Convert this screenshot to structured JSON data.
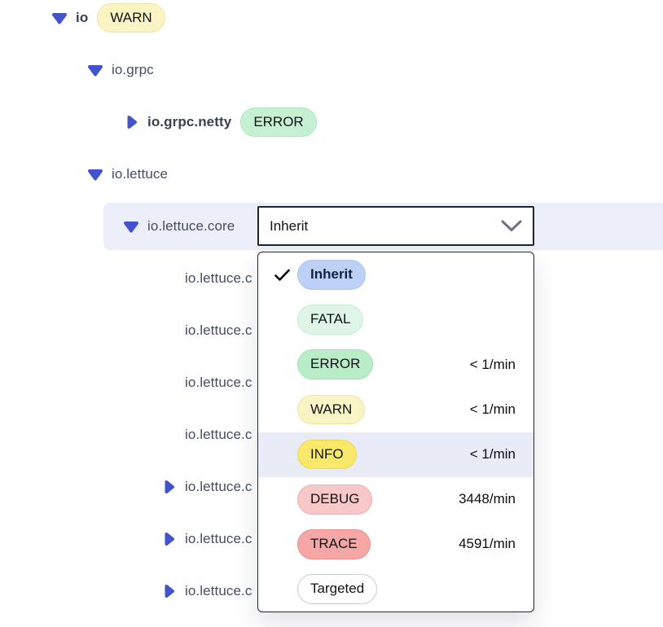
{
  "tree": {
    "rows": [
      {
        "id": "io",
        "label": "io",
        "depth": 0,
        "expander": "expanded",
        "bold": true,
        "badge": "WARN",
        "badge_style": "warn"
      },
      {
        "id": "io-grpc",
        "label": "io.grpc",
        "depth": 1,
        "expander": "expanded",
        "bold": false
      },
      {
        "id": "io-grpc-netty",
        "label": "io.grpc.netty",
        "depth": 2,
        "expander": "collapsed",
        "bold": true,
        "badge": "ERROR",
        "badge_style": "error_tree"
      },
      {
        "id": "io-lettuce",
        "label": "io.lettuce",
        "depth": 1,
        "expander": "expanded",
        "bold": false
      },
      {
        "id": "io-lettuce-core",
        "label": "io.lettuce.core",
        "depth": 2,
        "expander": "expanded",
        "bold": false,
        "selected": true
      },
      {
        "id": "io-lettuce-sub-1",
        "label": "io.lettuce.c",
        "depth": 3,
        "expander": "none",
        "bold": false
      },
      {
        "id": "io-lettuce-sub-2",
        "label": "io.lettuce.c",
        "depth": 3,
        "expander": "none",
        "bold": false
      },
      {
        "id": "io-lettuce-sub-3",
        "label": "io.lettuce.c",
        "depth": 3,
        "expander": "none",
        "bold": false
      },
      {
        "id": "io-lettuce-sub-4",
        "label": "io.lettuce.c",
        "depth": 3,
        "expander": "none",
        "bold": false
      },
      {
        "id": "io-lettuce-sub-5",
        "label": "io.lettuce.c",
        "depth": 3,
        "expander": "collapsed",
        "bold": false
      },
      {
        "id": "io-lettuce-sub-6",
        "label": "io.lettuce.c",
        "depth": 3,
        "expander": "collapsed",
        "bold": false
      },
      {
        "id": "io-lettuce-sub-7",
        "label": "io.lettuce.c",
        "depth": 3,
        "expander": "collapsed",
        "bold": false
      }
    ]
  },
  "level_select": {
    "value": "Inherit"
  },
  "dropdown": {
    "items": [
      {
        "label": "Inherit",
        "style": "inherit",
        "checked": true,
        "rate": "",
        "highlighted": false
      },
      {
        "label": "FATAL",
        "style": "fatal",
        "checked": false,
        "rate": "",
        "highlighted": false
      },
      {
        "label": "ERROR",
        "style": "error",
        "checked": false,
        "rate": "< 1/min",
        "highlighted": false
      },
      {
        "label": "WARN",
        "style": "warn",
        "checked": false,
        "rate": "< 1/min",
        "highlighted": false
      },
      {
        "label": "INFO",
        "style": "info",
        "checked": false,
        "rate": "< 1/min",
        "highlighted": true
      },
      {
        "label": "DEBUG",
        "style": "debug",
        "checked": false,
        "rate": "3448/min",
        "highlighted": false
      },
      {
        "label": "TRACE",
        "style": "trace",
        "checked": false,
        "rate": "4591/min",
        "highlighted": false
      },
      {
        "label": "Targeted",
        "style": "targeted",
        "checked": false,
        "rate": "",
        "highlighted": false
      }
    ]
  },
  "palette": {
    "expander_color": "#4353cb",
    "row_highlight": "#eceef9",
    "item_highlight": "#e9ecf7",
    "checkmark_color": "#0a0a0f",
    "chevron_color": "#6d7480",
    "pill_styles": {
      "inherit": {
        "bg": "#bcd1f5",
        "border": "#a9c3f0",
        "text": "#14233d",
        "bold": true
      },
      "fatal": {
        "bg": "#dff5e5",
        "border": "#c7ecd3",
        "text": "#101318",
        "bold": false
      },
      "error": {
        "bg": "#b9edc8",
        "border": "#a3e2b6",
        "text": "#101318",
        "bold": false
      },
      "error_tree": {
        "bg": "#c5f1d2",
        "border": "#aee6bf",
        "text": "#101318",
        "bold": false
      },
      "warn": {
        "bg": "#faf3c3",
        "border": "#efe5a2",
        "text": "#101318",
        "bold": false
      },
      "info": {
        "bg": "#f8e96a",
        "border": "#ecd94f",
        "text": "#101318",
        "bold": false
      },
      "debug": {
        "bg": "#f8c7c8",
        "border": "#f0aeb0",
        "text": "#101318",
        "bold": false
      },
      "trace": {
        "bg": "#f5a7a6",
        "border": "#eb908f",
        "text": "#101318",
        "bold": false
      },
      "targeted": {
        "bg": "#ffffff",
        "border": "#c9ccd2",
        "text": "#101318",
        "bold": false
      }
    }
  }
}
